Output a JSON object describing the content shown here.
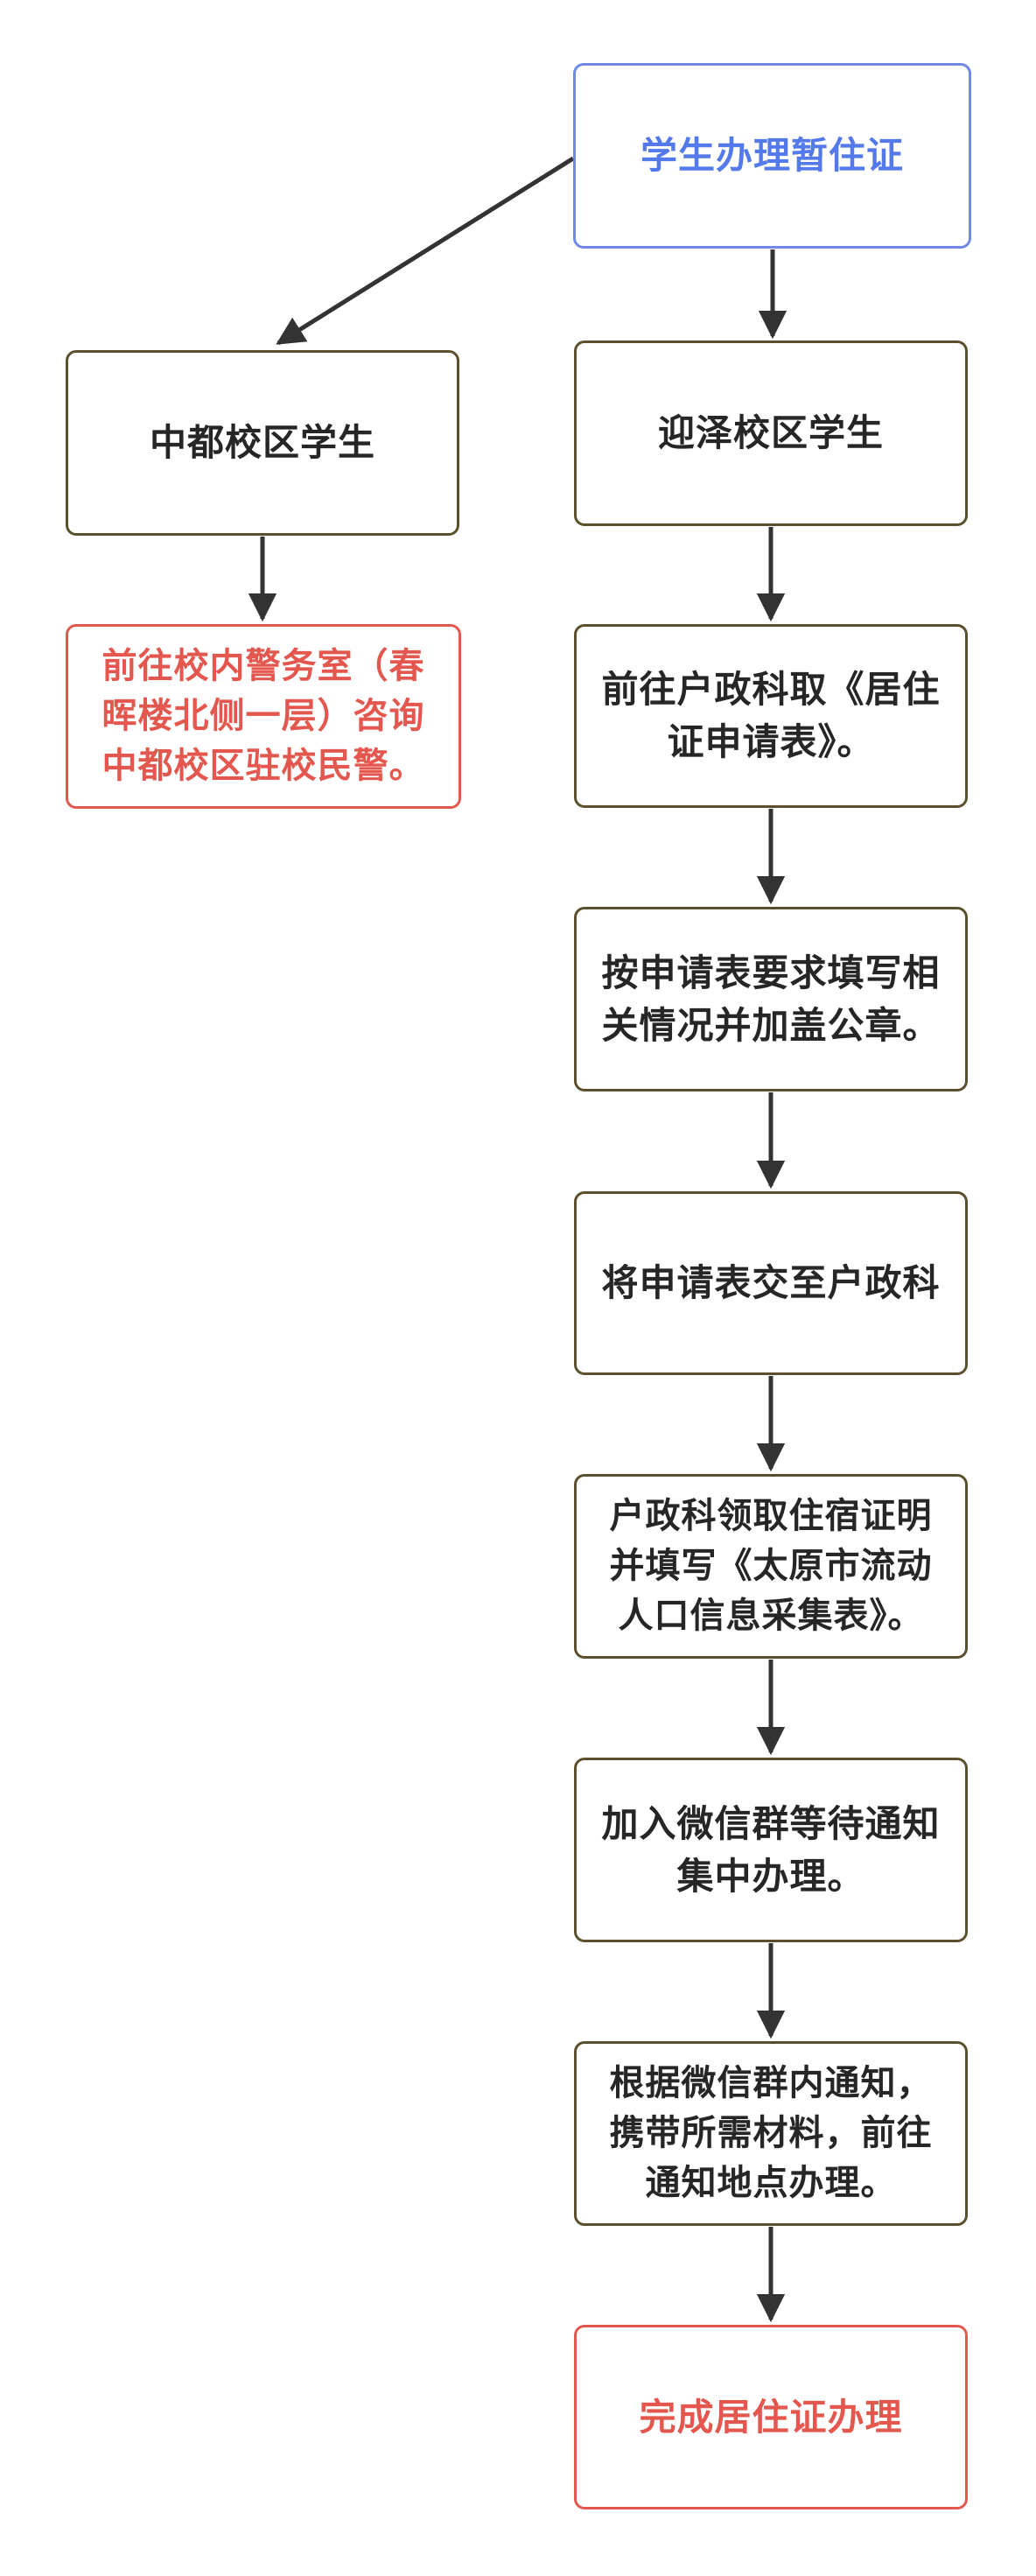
{
  "diagram": {
    "kind": "flowchart",
    "background": "#ffffff",
    "colors": {
      "primary_border": "#7088e6",
      "primary_text": "#5379ea",
      "default_border": "#5a512c",
      "default_text": "#262626",
      "alert_border": "#e4574e",
      "alert_text": "#e4574e",
      "arrow": "#333333"
    },
    "nodes": [
      {
        "id": "start",
        "label": "学生办理暂住证",
        "style": "primary"
      },
      {
        "id": "zhongdu",
        "label": "中都校区学生",
        "style": "default"
      },
      {
        "id": "zhongdu-note",
        "label": "前往校内警务室（春晖楼北侧一层）咨询中都校区驻校民警。",
        "style": "alert"
      },
      {
        "id": "yingze",
        "label": "迎泽校区学生",
        "style": "default"
      },
      {
        "id": "step-get",
        "label": "前往户政科取《居住证申请表》。",
        "style": "default"
      },
      {
        "id": "step-fill",
        "label": "按申请表要求填写相关情况并加盖公章。",
        "style": "default"
      },
      {
        "id": "step-submit",
        "label": "将申请表交至户政科",
        "style": "default"
      },
      {
        "id": "step-cert",
        "label": "户政科领取住宿证明并填写《太原市流动人口信息采集表》。",
        "style": "default"
      },
      {
        "id": "step-wechat",
        "label": "加入微信群等待通知集中办理。",
        "style": "default"
      },
      {
        "id": "step-handle",
        "label": "根据微信群内通知，携带所需材料，前往通知地点办理。",
        "style": "default"
      },
      {
        "id": "end",
        "label": "完成居住证办理",
        "style": "alert"
      }
    ],
    "edges": [
      {
        "from": "start",
        "to": "zhongdu"
      },
      {
        "from": "start",
        "to": "yingze"
      },
      {
        "from": "zhongdu",
        "to": "zhongdu-note"
      },
      {
        "from": "yingze",
        "to": "step-get"
      },
      {
        "from": "step-get",
        "to": "step-fill"
      },
      {
        "from": "step-fill",
        "to": "step-submit"
      },
      {
        "from": "step-submit",
        "to": "step-cert"
      },
      {
        "from": "step-cert",
        "to": "step-wechat"
      },
      {
        "from": "step-wechat",
        "to": "step-handle"
      },
      {
        "from": "step-handle",
        "to": "end"
      }
    ]
  }
}
